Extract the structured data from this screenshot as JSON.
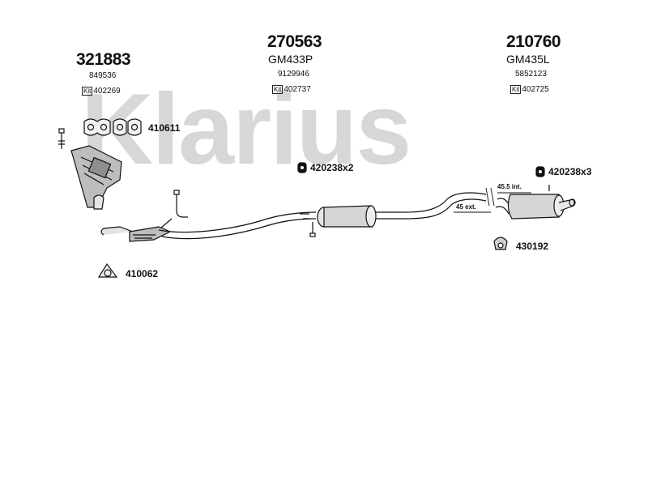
{
  "watermark": {
    "text": "Klarius"
  },
  "parts": [
    {
      "number": "321883",
      "oe": "849536",
      "kit_label": "Kit",
      "kit": "402269"
    },
    {
      "number": "270563",
      "code": "GM433P",
      "oe": "9129946",
      "kit_label": "Kit",
      "kit": "402737"
    },
    {
      "number": "210760",
      "code": "GM435L",
      "oe": "5852123",
      "kit_label": "Kit",
      "kit": "402725"
    }
  ],
  "callouts": {
    "gasket_top": "410611",
    "gasket_bottom": "410062",
    "hanger_mid": "420238x2",
    "hanger_rear": "420238x3",
    "rubber_mount": "430192"
  },
  "dimensions": {
    "internal": "45.5 int.",
    "external": "45 ext."
  },
  "colors": {
    "ink": "#111111",
    "watermark": "#d7d7d7",
    "part_fill": "#bdbdbd"
  }
}
